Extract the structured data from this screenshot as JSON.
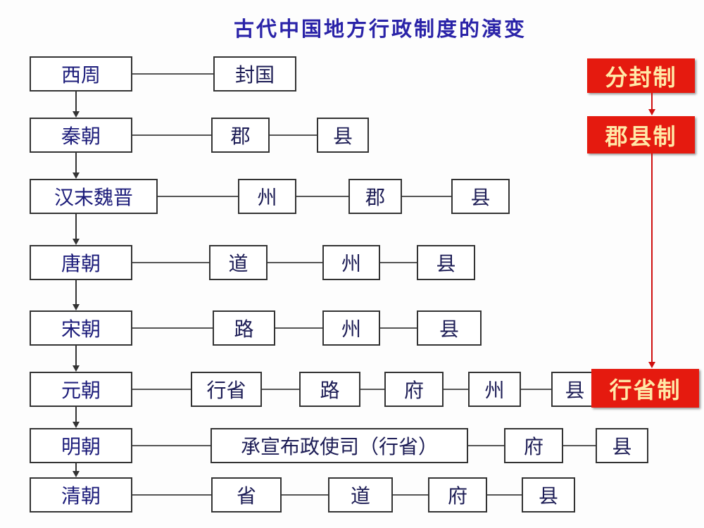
{
  "title": "古代中国地方行政制度的演变",
  "rows": [
    {
      "era": "西周",
      "units": [
        "封国"
      ]
    },
    {
      "era": "秦朝",
      "units": [
        "郡",
        "县"
      ]
    },
    {
      "era": "汉末魏晋",
      "units": [
        "州",
        "郡",
        "县"
      ]
    },
    {
      "era": "唐朝",
      "units": [
        "道",
        "州",
        "县"
      ]
    },
    {
      "era": "宋朝",
      "units": [
        "路",
        "州",
        "县"
      ]
    },
    {
      "era": "元朝",
      "units": [
        "行省",
        "路",
        "府",
        "州",
        "县"
      ]
    },
    {
      "era": "明朝",
      "units": [
        "承宣布政使司（行省）",
        "府",
        "县"
      ]
    },
    {
      "era": "清朝",
      "units": [
        "省",
        "道",
        "府",
        "县"
      ]
    }
  ],
  "systems": [
    "分封制",
    "郡县制",
    "行省制"
  ],
  "colors": {
    "accent_red": "#e51a0f",
    "text_navy": "#1c1c55",
    "title_blue": "#2a23a8"
  }
}
